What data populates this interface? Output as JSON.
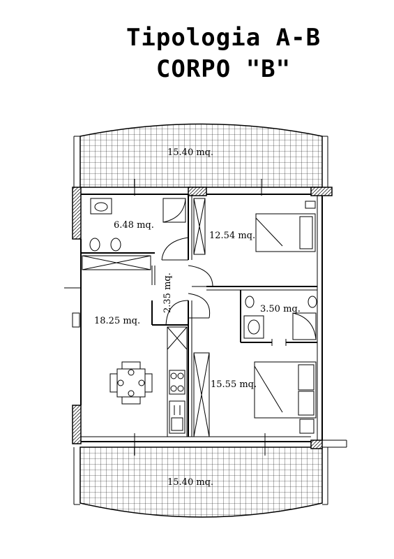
{
  "title": {
    "line1": "Tipologia A-B",
    "line2": "CORPO \"B\""
  },
  "rooms": [
    {
      "id": "balcony-top",
      "label": "15.40 mq."
    },
    {
      "id": "bathroom-1",
      "label": "6.48 mq."
    },
    {
      "id": "bedroom-1",
      "label": "12.54 mq."
    },
    {
      "id": "hallway",
      "label": "2.35 mq."
    },
    {
      "id": "bathroom-2",
      "label": "3.50 mq."
    },
    {
      "id": "living-kitchen",
      "label": "18.25 mq."
    },
    {
      "id": "bedroom-2",
      "label": "15.55 mq."
    },
    {
      "id": "balcony-bottom",
      "label": "15.40 mq."
    }
  ],
  "colors": {
    "line": "#000000",
    "background": "#ffffff",
    "wall-fill": "#ffffff"
  }
}
